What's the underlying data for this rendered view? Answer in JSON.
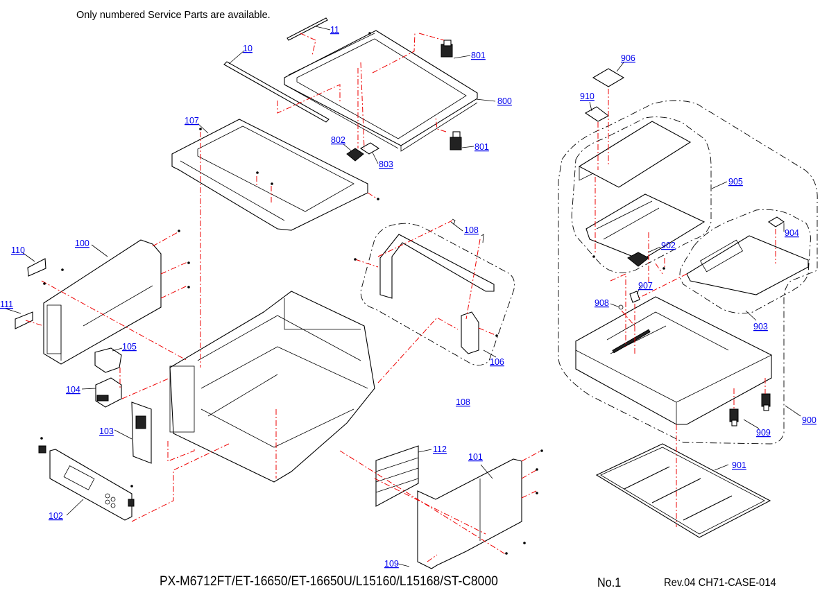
{
  "header": {
    "note": "Only numbered Service Parts are available."
  },
  "footer": {
    "models": "PX-M6712FT/ET-16650/ET-16650U/L15160/L15168/ST-C8000",
    "page_no": "No.1",
    "revision": "Rev.04 CH71-CASE-014"
  },
  "diagram": {
    "type": "exploded-parts-view",
    "link_color": "#0000ee",
    "axis_color": "#ee0000",
    "callouts": {
      "p10": "10",
      "p11": "11",
      "p100": "100",
      "p101": "101",
      "p102": "102",
      "p103": "103",
      "p104": "104",
      "p105": "105",
      "p106": "106",
      "p107": "107",
      "p108a": "108",
      "p108b": "108",
      "p109": "109",
      "p110": "110",
      "p111": "111",
      "p112": "112",
      "p800": "800",
      "p801a": "801",
      "p801b": "801",
      "p802": "802",
      "p803": "803",
      "p900": "900",
      "p901": "901",
      "p902": "902",
      "p903": "903",
      "p904": "904",
      "p905": "905",
      "p906": "906",
      "p907": "907",
      "p908": "908",
      "p909": "909",
      "p910": "910"
    }
  }
}
